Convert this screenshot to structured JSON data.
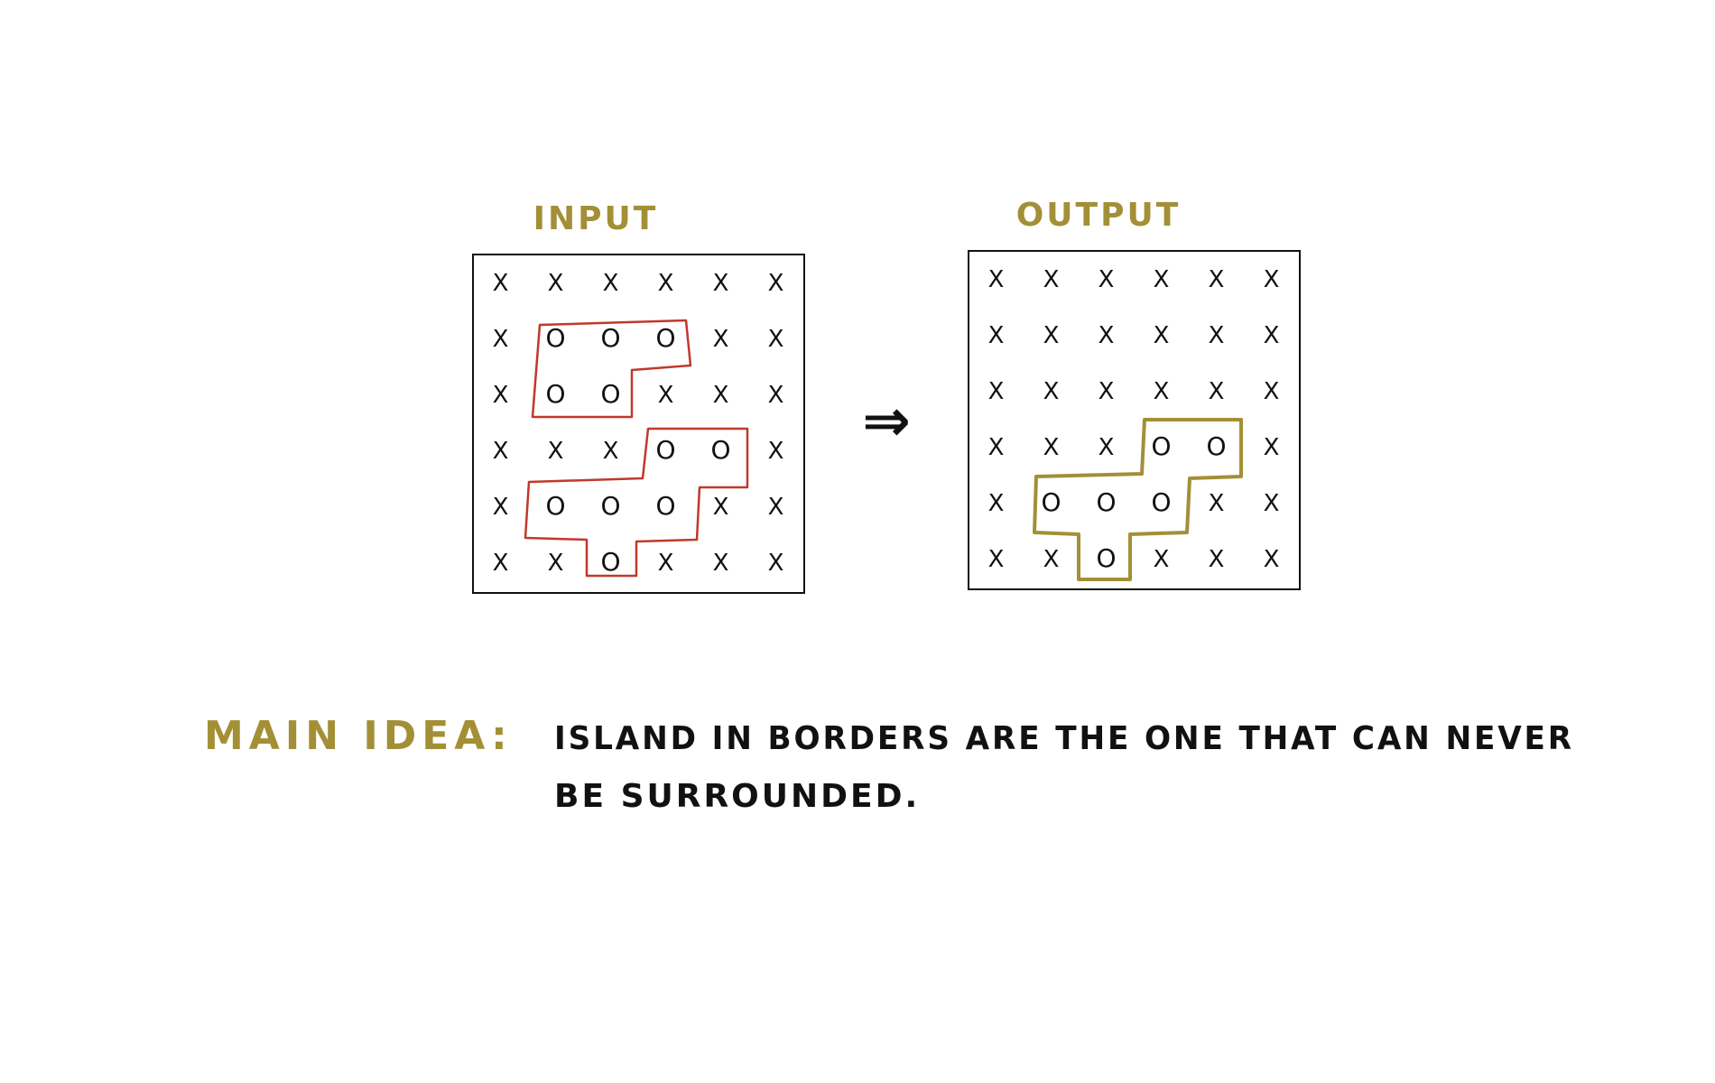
{
  "colors": {
    "ink": "#111111",
    "accent_gold": "#a38f36",
    "highlight_red": "#c0392b",
    "background": "#ffffff"
  },
  "input_panel": {
    "label": "INPUT",
    "grid": [
      [
        "X",
        "X",
        "X",
        "X",
        "X",
        "X"
      ],
      [
        "X",
        "O",
        "O",
        "O",
        "X",
        "X"
      ],
      [
        "X",
        "O",
        "O",
        "X",
        "X",
        "X"
      ],
      [
        "X",
        "X",
        "X",
        "O",
        "O",
        "X"
      ],
      [
        "X",
        "O",
        "O",
        "O",
        "X",
        "X"
      ],
      [
        "X",
        "X",
        "O",
        "X",
        "X",
        "X"
      ]
    ]
  },
  "arrow": {
    "symbol": "⇒"
  },
  "output_panel": {
    "label": "OUTPUT",
    "grid": [
      [
        "X",
        "X",
        "X",
        "X",
        "X",
        "X"
      ],
      [
        "X",
        "X",
        "X",
        "X",
        "X",
        "X"
      ],
      [
        "X",
        "X",
        "X",
        "X",
        "X",
        "X"
      ],
      [
        "X",
        "X",
        "X",
        "O",
        "O",
        "X"
      ],
      [
        "X",
        "O",
        "O",
        "O",
        "X",
        "X"
      ],
      [
        "X",
        "X",
        "O",
        "X",
        "X",
        "X"
      ]
    ]
  },
  "main_idea": {
    "label": "MAIN IDEA:",
    "line1": "ISLAND IN BORDERS ARE THE ONE THAT CAN NEVER",
    "line2": "BE SURROUNDED."
  }
}
